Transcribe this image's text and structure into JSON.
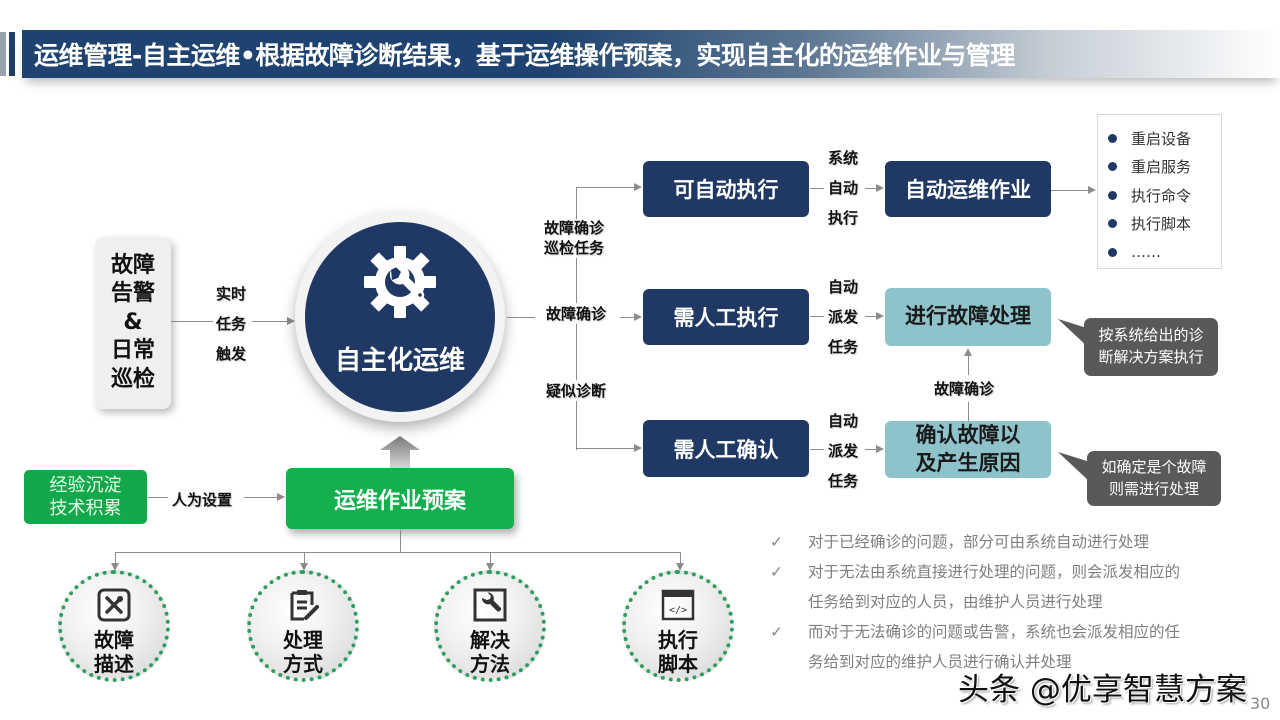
{
  "header": {
    "title": "运维管理-自主运维•根据故障诊断结果，基于运维操作预案，实现自主化的运维作业与管理"
  },
  "source": {
    "lines": [
      "故障",
      "告警",
      "&",
      "日常",
      "巡检"
    ],
    "trigger_label": [
      "实时",
      "任务",
      "触发"
    ]
  },
  "center": {
    "icon": "gear-wrench-icon",
    "label": "自主化运维"
  },
  "branches": {
    "top_label": [
      "故障确诊",
      "巡检任务"
    ],
    "mid_label": "故障确诊",
    "bottom_label": "疑似诊断"
  },
  "row1": {
    "box": "可自动执行",
    "connector": [
      "系统",
      "自动",
      "执行"
    ],
    "result": "自动运维作业",
    "list": [
      "重启设备",
      "重启服务",
      "执行命令",
      "执行脚本",
      "……"
    ]
  },
  "row2": {
    "box": "需人工执行",
    "connector": [
      "自动",
      "派发",
      "任务"
    ],
    "result": "进行故障处理",
    "callout": [
      "按系统给出的诊",
      "断解决方案执行"
    ]
  },
  "row3": {
    "box": "需人工确认",
    "connector": [
      "自动",
      "派发",
      "任务"
    ],
    "result": [
      "确认故障以",
      "及产生原因"
    ],
    "callout": [
      "如确定是个故障",
      "则需进行处理"
    ],
    "up_label": "故障确诊"
  },
  "plan": {
    "source_lines": [
      "经验沉淀",
      "技术积累"
    ],
    "connector": "人为设置",
    "label": "运维作业预案",
    "items": [
      {
        "icon": "tools-icon",
        "lines": [
          "故障",
          "描述"
        ]
      },
      {
        "icon": "clipboard-edit-icon",
        "lines": [
          "处理",
          "方式"
        ]
      },
      {
        "icon": "wrench-icon",
        "lines": [
          "解决",
          "方法"
        ]
      },
      {
        "icon": "code-window-icon",
        "lines": [
          "执行",
          "脚本"
        ]
      }
    ]
  },
  "notes": [
    {
      "check": "✓",
      "lines": [
        "对于已经确诊的问题，部分可由系统自动进行处理"
      ]
    },
    {
      "check": "✓",
      "lines": [
        "对于无法由系统直接进行处理的问题，则会派发相应的",
        "任务给到对应的人员，由维护人员进行处理"
      ]
    },
    {
      "check": "✓",
      "lines": [
        "而对于无法确诊的问题或告警，系统也会派发相应的任",
        "务给到对应的维护人员进行确认并处理"
      ]
    }
  ],
  "watermark": "头条 @优享智慧方案",
  "page_number": "30",
  "colors": {
    "navy": "#1f3864",
    "teal": "#8fc3cc",
    "green": "#14b04d",
    "callout": "#595959"
  }
}
